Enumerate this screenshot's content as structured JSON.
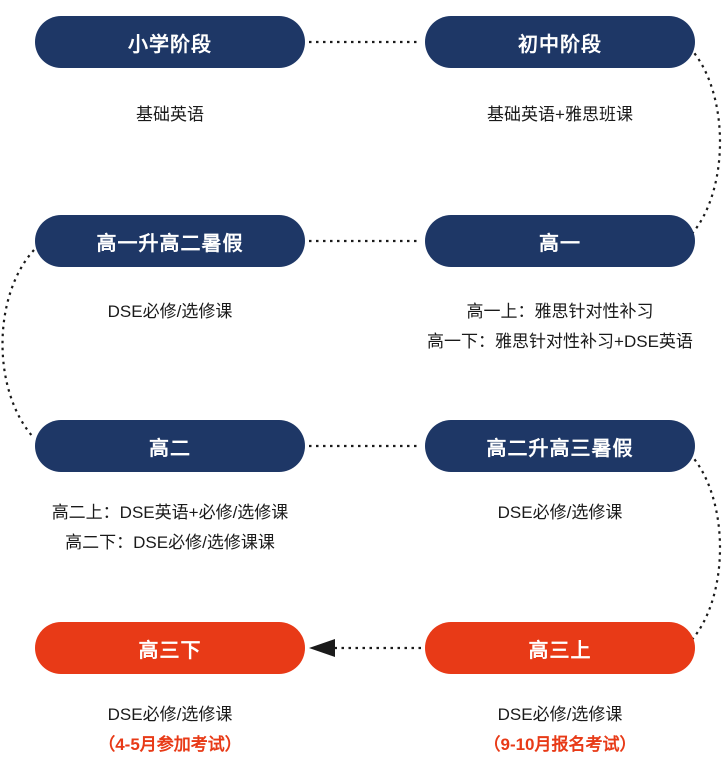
{
  "colors": {
    "pill_navy": "#1e3766",
    "pill_red": "#e83a17",
    "note_text": "#1a1a1a",
    "highlight_text": "#e83a17",
    "connector": "#1a1a1a"
  },
  "rows": [
    {
      "left": {
        "label": "小学阶段",
        "notes": [
          "基础英语"
        ]
      },
      "right": {
        "label": "初中阶段",
        "notes": [
          "基础英语+雅思班课"
        ]
      }
    },
    {
      "left": {
        "label": "高一升高二暑假",
        "notes": [
          "DSE必修/选修课"
        ]
      },
      "right": {
        "label": "高一",
        "notes": [
          "高一上：雅思针对性补习",
          "高一下：雅思针对性补习+DSE英语"
        ]
      }
    },
    {
      "left": {
        "label": "高二",
        "notes": [
          "高二上：DSE英语+必修/选修课",
          "高二下：DSE必修/选修课课"
        ]
      },
      "right": {
        "label": "高二升高三暑假",
        "notes": [
          "DSE必修/选修课"
        ]
      }
    },
    {
      "left": {
        "label": "高三下",
        "notes": [
          "DSE必修/选修课"
        ],
        "highlight": "（4-5月参加考试）"
      },
      "right": {
        "label": "高三上",
        "notes": [
          "DSE必修/选修课"
        ],
        "highlight": "（9-10月报名考试）"
      }
    }
  ]
}
